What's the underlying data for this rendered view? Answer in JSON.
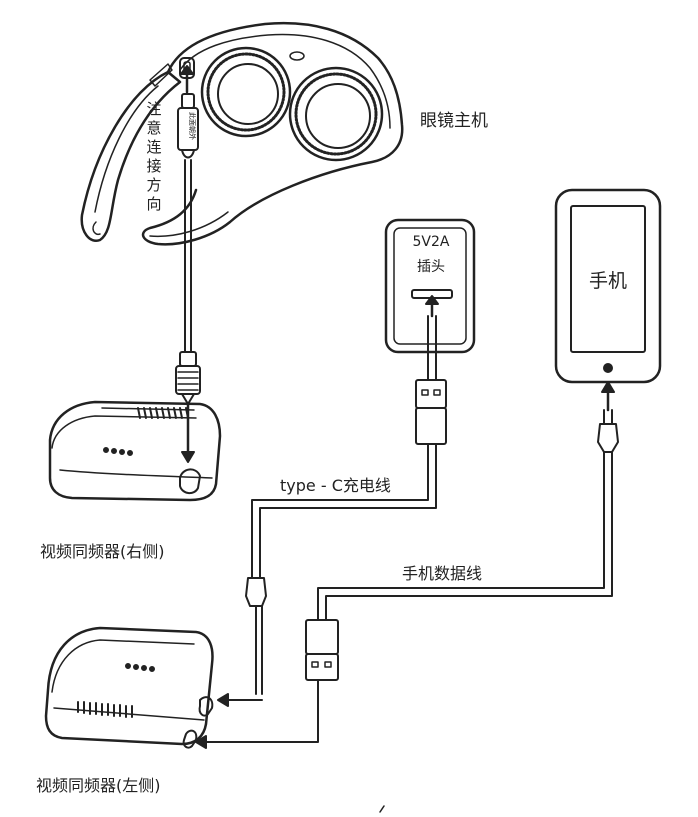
{
  "labels": {
    "glasses_main": "眼镜主机",
    "note_direction": "注意连接方向",
    "plug_line1": "5V2A",
    "plug_line2": "插头",
    "phone": "手机",
    "charge_cable": "type - C充电线",
    "phone_cable": "手机数据线",
    "sync_right": "视频同频器(右侧)",
    "sync_left": "视频同频器(左侧)"
  },
  "colors": {
    "stroke": "#222222",
    "background": "#ffffff"
  }
}
